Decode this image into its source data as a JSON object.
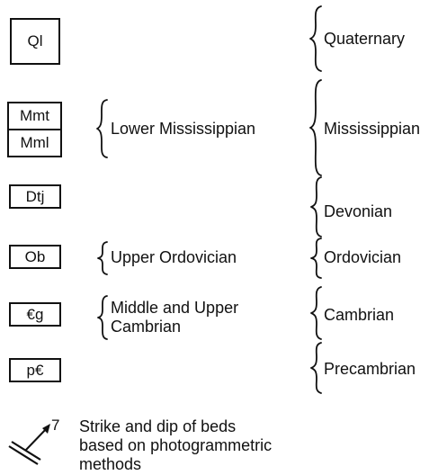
{
  "units": [
    {
      "symbol": "Ql"
    },
    {
      "symbols": [
        "Mmt",
        "Mml"
      ]
    },
    {
      "symbol": "Dtj"
    },
    {
      "symbol": "Ob"
    },
    {
      "symbol": "€g"
    },
    {
      "symbol": "p€"
    }
  ],
  "series": [
    "Lower Mississippian",
    "Upper Ordovician",
    "Middle and Upper",
    "Cambrian"
  ],
  "systems": [
    "Quaternary",
    "Mississippian",
    "Devonian",
    "Ordovician",
    "Cambrian",
    "Precambrian"
  ],
  "symbol_legend": {
    "dip_value": "7",
    "description": [
      "Strike and dip of beds",
      "based on photogrammetric",
      "methods"
    ]
  }
}
